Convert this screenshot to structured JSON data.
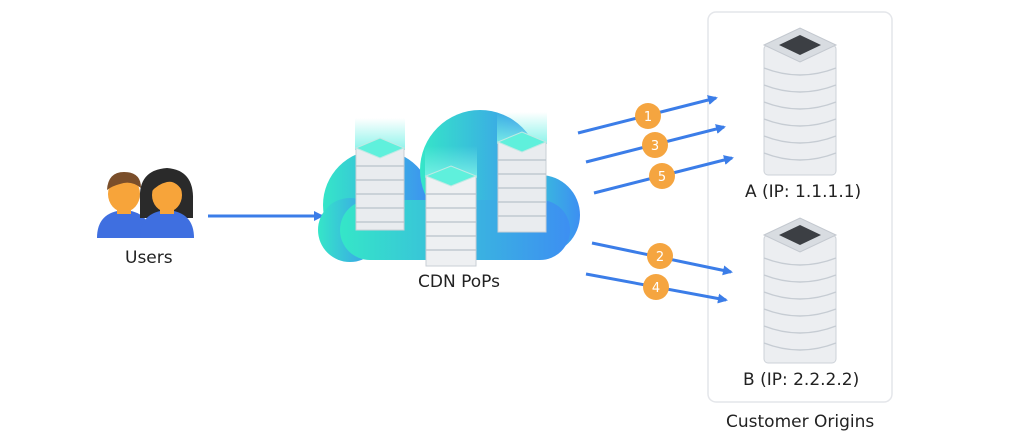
{
  "users": {
    "label": "Users",
    "icon": "users-icon"
  },
  "cdn": {
    "label": "CDN PoPs",
    "icon": "cloud-servers-icon"
  },
  "origins": {
    "label": "Customer Origins",
    "server_a": "A (IP: 1.1.1.1)",
    "server_b": "B (IP: 2.2.2.2)"
  },
  "steps": [
    "1",
    "2",
    "3",
    "4",
    "5"
  ],
  "colors": {
    "arrow": "#3b7de8",
    "badge": "#f5a540",
    "cloud_start": "#35e6c8",
    "cloud_end": "#3d8ff2",
    "person_skin": "#f7a43a",
    "person_shirt": "#3f6fe0",
    "person_hair_left": "#7a4e2a",
    "person_hair_right": "#2a2a2a"
  }
}
